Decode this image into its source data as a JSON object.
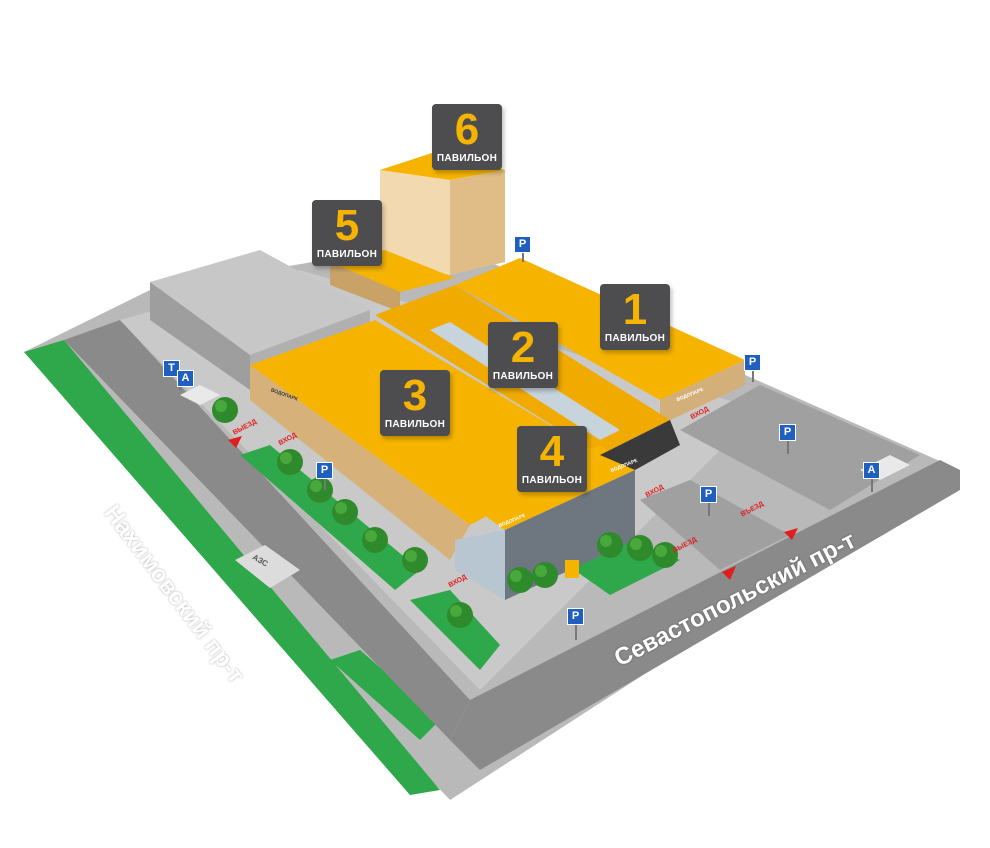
{
  "pavilion_word": "ПАВИЛЬОН",
  "pavilions": [
    {
      "num": "6",
      "label": "ПАВИЛЬОН"
    },
    {
      "num": "5",
      "label": "ПАВИЛЬОН"
    },
    {
      "num": "1",
      "label": "ПАВИЛЬОН"
    },
    {
      "num": "2",
      "label": "ПАВИЛЬОН"
    },
    {
      "num": "3",
      "label": "ПАВИЛЬОН"
    },
    {
      "num": "4",
      "label": "ПАВИЛЬОН"
    }
  ],
  "streets": {
    "nakhimovsky": "Нахимовский пр-т",
    "sevastopolsky": "Севастопольский пр-т"
  },
  "signs": {
    "parking": "P",
    "bus_stop_a": "A",
    "tram_stop": "T",
    "exit": "ВЫЕЗД",
    "entry": "ВЪЕЗД",
    "entrance": "ВХОД",
    "brand": "ВОДОПАРК",
    "gas_station": "АЗС"
  },
  "colors": {
    "roof": "#f6b400",
    "road": "#8a8a8a",
    "grass": "#2ea84a",
    "label_bg": "#4d4d4f",
    "parking": "#1f5fbf",
    "arrow": "#e11e1e"
  }
}
